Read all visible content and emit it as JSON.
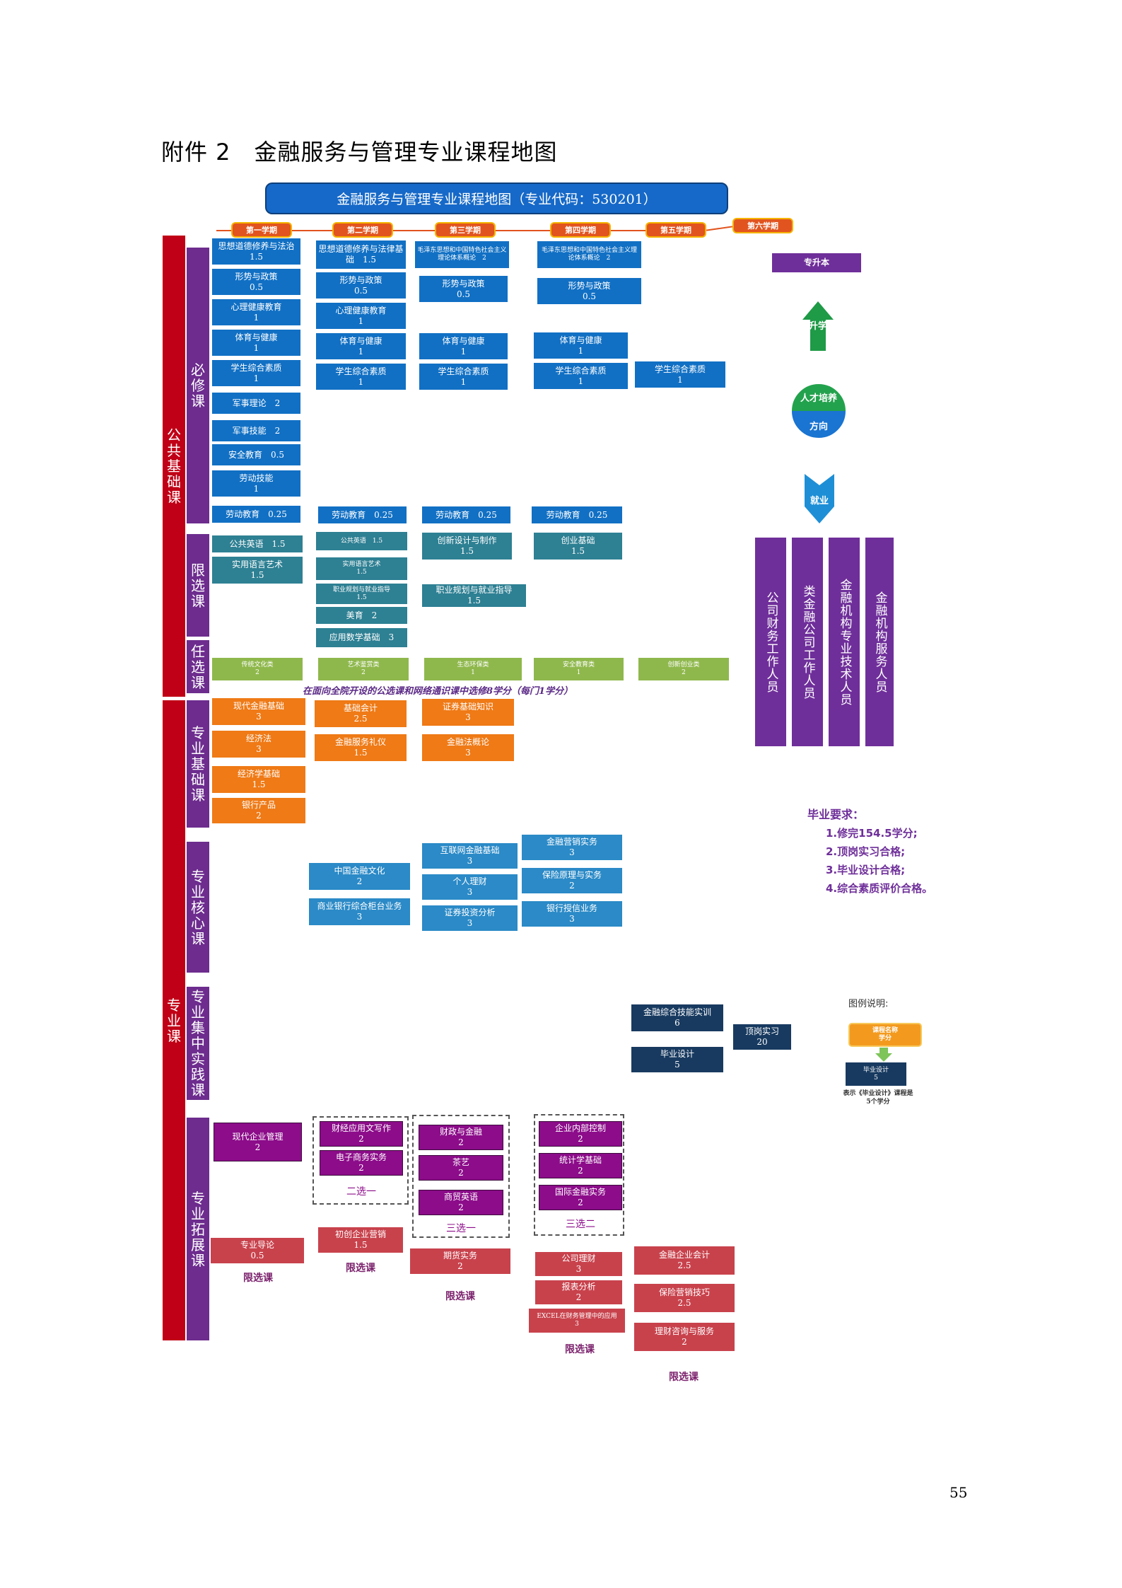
{
  "heading": "附件 2　金融服务与管理专业课程地图",
  "title": "金融服务与管理专业课程地图（专业代码：530201）",
  "semesters": [
    "第一学期",
    "第二学期",
    "第三学期",
    "第四学期",
    "第五学期",
    "第六学期"
  ],
  "categories": {
    "public": "公共基础课",
    "major": "专业课"
  },
  "subcategories": {
    "required": "必修课",
    "limited": "限选课",
    "elective": "任选课",
    "major_basic": "专业基础课",
    "major_core": "专业核心课",
    "practice": "专业集中实践课",
    "expansion": "专业拓展课"
  },
  "courses": {
    "s1_req": [
      {
        "name": "思想道德修养与法治",
        "credit": "1.5"
      },
      {
        "name": "形势与政策",
        "credit": "0.5"
      },
      {
        "name": "心理健康教育",
        "credit": "1"
      },
      {
        "name": "体育与健康",
        "credit": "1"
      },
      {
        "name": "学生综合素质",
        "credit": "1"
      },
      {
        "name": "军事理论　2",
        "credit": ""
      },
      {
        "name": "军事技能　2",
        "credit": ""
      },
      {
        "name": "安全教育　0.5",
        "credit": ""
      },
      {
        "name": "劳动技能",
        "credit": "1"
      },
      {
        "name": "劳动教育　0.25",
        "credit": ""
      }
    ],
    "s2_req": [
      {
        "name": "思想道德修养与法律基础　1.5",
        "credit": ""
      },
      {
        "name": "形势与政策",
        "credit": "0.5"
      },
      {
        "name": "心理健康教育",
        "credit": "1"
      },
      {
        "name": "体育与健康",
        "credit": "1"
      },
      {
        "name": "学生综合素质",
        "credit": "1"
      },
      {
        "name": "劳动教育　0.25",
        "credit": ""
      }
    ],
    "s3_req": [
      {
        "name": "毛泽东思想和中国特色社会主义理论体系概论　2",
        "credit": ""
      },
      {
        "name": "形势与政策",
        "credit": "0.5"
      },
      {
        "name": "体育与健康",
        "credit": "1"
      },
      {
        "name": "学生综合素质",
        "credit": "1"
      },
      {
        "name": "劳动教育　0.25",
        "credit": ""
      }
    ],
    "s4_req": [
      {
        "name": "毛泽东思想和中国特色社会主义理论体系概论　2",
        "credit": ""
      },
      {
        "name": "形势与政策",
        "credit": "0.5"
      },
      {
        "name": "体育与健康",
        "credit": "1"
      },
      {
        "name": "学生综合素质",
        "credit": "1"
      },
      {
        "name": "劳动教育　0.25",
        "credit": ""
      }
    ],
    "s5_req": [
      {
        "name": "学生综合素质",
        "credit": "1"
      }
    ],
    "s1_lim": [
      {
        "name": "公共英语　1.5",
        "credit": ""
      },
      {
        "name": "实用语言艺术",
        "credit": "1.5"
      }
    ],
    "s2_lim": [
      {
        "name": "公共英语　1.5",
        "credit": ""
      },
      {
        "name": "实用语言艺术",
        "credit": "1.5"
      },
      {
        "name": "职业规划与就业指导",
        "credit": "1.5"
      },
      {
        "name": "美育　2",
        "credit": ""
      },
      {
        "name": "应用数学基础　3",
        "credit": ""
      }
    ],
    "s3_lim": [
      {
        "name": "创新设计与制作",
        "credit": "1.5"
      },
      {
        "name": "职业规划与就业指导",
        "credit": "1.5"
      }
    ],
    "s4_lim": [
      {
        "name": "创业基础",
        "credit": "1.5"
      }
    ],
    "electives": [
      {
        "name": "传统文化类",
        "credit": "2"
      },
      {
        "name": "艺术鉴赏类",
        "credit": "2"
      },
      {
        "name": "生态环保类",
        "credit": "1"
      },
      {
        "name": "安全教育类",
        "credit": "1"
      },
      {
        "name": "创新创业类",
        "credit": "2"
      }
    ],
    "elective_notice": "在面向全院开设的公选课和网络通识课中选修8学分（每门1学分）",
    "basic_s1": [
      {
        "name": "现代金融基础",
        "credit": "3"
      },
      {
        "name": "经济法",
        "credit": "3"
      },
      {
        "name": "经济学基础",
        "credit": "1.5"
      },
      {
        "name": "银行产品",
        "credit": "2"
      }
    ],
    "basic_s2": [
      {
        "name": "基础会计",
        "credit": "2.5"
      },
      {
        "name": "金融服务礼仪",
        "credit": "1.5"
      }
    ],
    "basic_s3": [
      {
        "name": "证券基础知识",
        "credit": "3"
      },
      {
        "name": "金融法概论",
        "credit": "3"
      }
    ],
    "core_s2": [
      {
        "name": "中国金融文化",
        "credit": "2"
      },
      {
        "name": "商业银行综合柜台业务",
        "credit": "3"
      }
    ],
    "core_s3": [
      {
        "name": "互联网金融基础",
        "credit": "3"
      },
      {
        "name": "个人理财",
        "credit": "3"
      },
      {
        "name": "证券投资分析",
        "credit": "3"
      }
    ],
    "core_s4": [
      {
        "name": "金融营销实务",
        "credit": "3"
      },
      {
        "name": "保险原理与实务",
        "credit": "2"
      },
      {
        "name": "银行授信业务",
        "credit": "3"
      }
    ],
    "practice": [
      {
        "name": "金融综合技能实训",
        "credit": "6"
      },
      {
        "name": "毕业设计",
        "credit": "5"
      },
      {
        "name": "顶岗实习",
        "credit": "20"
      }
    ],
    "exp_s1": [
      {
        "name": "现代企业管理",
        "credit": "2"
      },
      {
        "name": "专业导论",
        "credit": "0.5"
      }
    ],
    "exp_s2": [
      {
        "name": "财经应用文写作",
        "credit": "2"
      },
      {
        "name": "电子商务实务",
        "credit": "2"
      },
      {
        "name": "初创企业营销",
        "credit": "1.5"
      }
    ],
    "exp_s3": [
      {
        "name": "财政与金融",
        "credit": "2"
      },
      {
        "name": "茶艺",
        "credit": "2"
      },
      {
        "name": "商贸英语",
        "credit": "2"
      },
      {
        "name": "期货实务",
        "credit": "2"
      }
    ],
    "exp_s4": [
      {
        "name": "企业内部控制",
        "credit": "2"
      },
      {
        "name": "统计学基础",
        "credit": "2"
      },
      {
        "name": "国际金融实务",
        "credit": "2"
      },
      {
        "name": "公司理财",
        "credit": "3"
      },
      {
        "name": "报表分析",
        "credit": "2"
      },
      {
        "name": "EXCEL在财务管理中的应用",
        "credit": "3"
      }
    ],
    "exp_s5": [
      {
        "name": "金融企业会计",
        "credit": "2.5"
      },
      {
        "name": "保险营销技巧",
        "credit": "2.5"
      },
      {
        "name": "理财咨询与服务",
        "credit": "2"
      }
    ]
  },
  "choose_labels": {
    "s2": "二选一",
    "s3": "三选一",
    "s4": "三选二"
  },
  "limit_label": "限选课",
  "right": {
    "upgrade_box": "专升本",
    "upgrade_arrow": "升学",
    "circle_top": "人才培养",
    "circle_bottom": "方向",
    "employ_arrow": "就业",
    "careers": [
      "公司财务工作人员",
      "类金融公司工作人员",
      "金融机构专业技术人员",
      "金融机构服务人员"
    ]
  },
  "graduation": {
    "title": "毕业要求：",
    "items": [
      "1.修完154.5学分;",
      "2.顶岗实习合格;",
      "3.毕业设计合格;",
      "4.综合素质评价合格。"
    ]
  },
  "legend": {
    "title": "图例说明:",
    "box1_name": "课程名称",
    "box1_credit": "学分",
    "box2_name": "毕业设计",
    "box2_credit": "5",
    "note": "表示《毕业设计》课程是5个学分"
  },
  "page_number": "55",
  "colors": {
    "red": "#c00016",
    "purple": "#6d2c8e",
    "blue": "#1170c4",
    "teal": "#2e8093",
    "green": "#8fb84c",
    "orange": "#ef7a16",
    "navy": "#183a60",
    "magenta": "#8c0c8a",
    "brick": "#c8424c",
    "semester": "#e2541f"
  }
}
